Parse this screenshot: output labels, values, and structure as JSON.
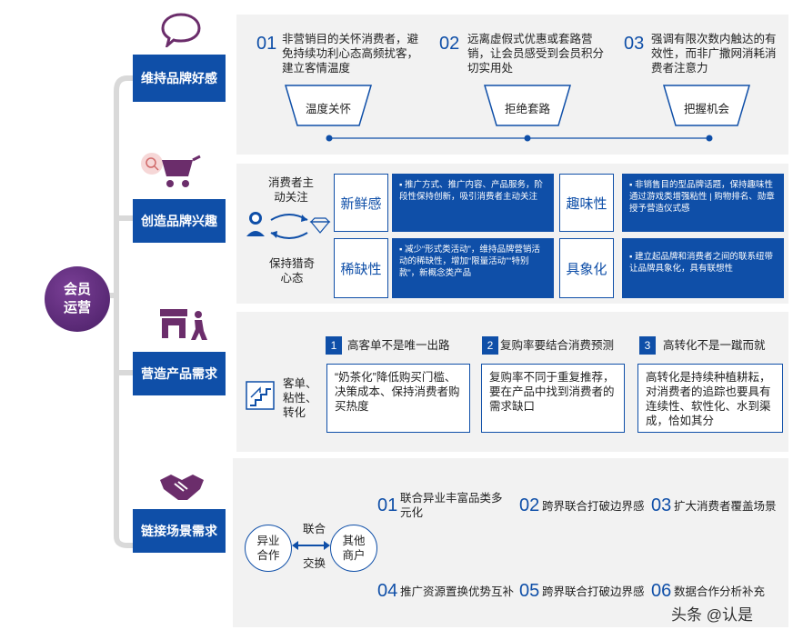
{
  "left": {
    "hub": {
      "line1": "会员",
      "line2": "运营"
    },
    "boxes": [
      "维持品牌好感",
      "创造品牌兴趣",
      "营造产品需求",
      "链接场景需求"
    ],
    "icons": [
      "speech-bubble-icon",
      "shopping-cart-icon",
      "storefront-icon",
      "handshake-icon"
    ]
  },
  "section1": {
    "items": [
      {
        "num": "01",
        "text": "非营销目的关怀消费者，避免持续功利心态高频扰客，建立客情温度",
        "label": "温度关怀"
      },
      {
        "num": "02",
        "text": "远离虚假式优惠或套路营销，让会员感受到会员积分切实用处",
        "label": "拒绝套路"
      },
      {
        "num": "03",
        "text": "强调有限次数内触达的有效性，而非广撒网消耗消费者注意力",
        "label": "把握机会"
      }
    ]
  },
  "section2": {
    "top_label": "消费者主动关注",
    "bottom_label": "保持猎奇心态",
    "items": [
      {
        "title": "新鲜感",
        "desc": "推广方式、推广内容、产品服务，阶段性保持创新，吸引消费者主动关注"
      },
      {
        "title": "趣味性",
        "desc": "非销售目的型品牌话题，保持趣味性通过游戏类增强粘性 | 购物排名、勋章授予营造仪式感"
      },
      {
        "title": "稀缺性",
        "desc": "减少“形式类活动”，维持品牌营销活动的稀缺性，增加“限量活动”“特别款”，新概念类产品"
      },
      {
        "title": "具象化",
        "desc": "建立起品牌和消费者之间的联系纽带让品牌具象化，具有联想性"
      }
    ]
  },
  "section3": {
    "side_label": "客单、粘性、转化",
    "items": [
      {
        "num": "1",
        "title": "高客单不是唯一出路",
        "text": "“奶茶化”降低购买门槛、决策成本、保持消费者购买热度"
      },
      {
        "num": "2",
        "title": "复购率要结合消费预测",
        "text": "复购率不同于重复推荐，要在产品中找到消费者的需求缺口"
      },
      {
        "num": "3",
        "title": "高转化不是一蹴而就",
        "text": "高转化是持续种植耕耘，对消费者的追踪也要具有连续性、软性化、水到渠成，恰如其分"
      }
    ]
  },
  "section4": {
    "circle_left": "异业合作",
    "circle_right": "其他商户",
    "top_label": "联合",
    "bottom_label": "交换",
    "items": [
      {
        "num": "01",
        "text": "联合异业丰富品类多元化"
      },
      {
        "num": "02",
        "text": "跨界联合打破边界感"
      },
      {
        "num": "03",
        "text": "扩大消费者覆盖场景"
      },
      {
        "num": "04",
        "text": "推广资源置换优势互补"
      },
      {
        "num": "05",
        "text": "跨界联合打破边界感"
      },
      {
        "num": "06",
        "text": "数据合作分析补充"
      }
    ]
  },
  "watermark": "头条 @认是",
  "colors": {
    "brand_blue": "#0f4fa8",
    "hub_purple": "#5c2a7a",
    "icon_purple": "#6b2d6b"
  }
}
